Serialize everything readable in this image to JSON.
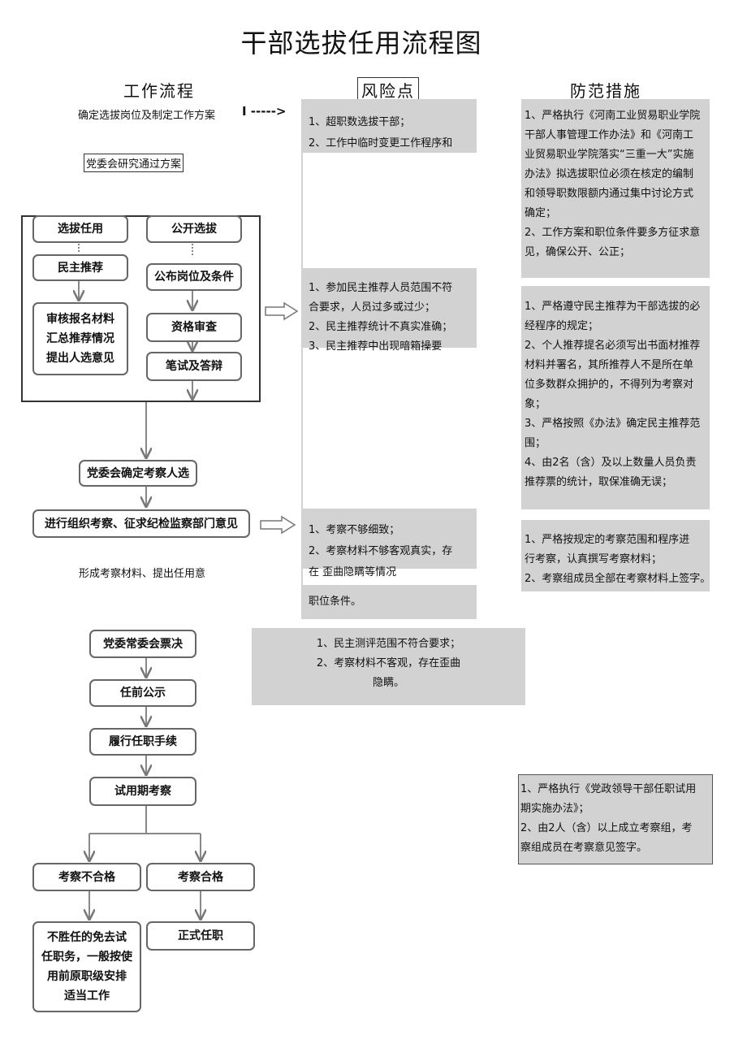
{
  "title": "干部选拔任用流程图",
  "headers": {
    "workflow": "工作流程",
    "risk": "风险点",
    "measures": "防范措施"
  },
  "workflow": {
    "step1": "确定选拔岗位及制定工作方案",
    "step1_arrow": "I ----->",
    "step2": "党委会研究通过方案",
    "branch_left_1": "选拔任用",
    "branch_left_2": "民主推荐",
    "branch_left_3": [
      "审核报名材料",
      "汇总推荐情况",
      "提出人选意见"
    ],
    "branch_right_1": "公开选拔",
    "branch_right_2": "公布岗位及条件",
    "branch_right_3": "资格审查",
    "branch_right_4": "笔试及答辩",
    "step3": "党委会确定考察人选",
    "step4": "进行组织考察、征求纪检监察部门意见",
    "step4_note": "形成考察材料、提出任用意",
    "step5": "党委常委会票决",
    "step6": "任前公示",
    "step7": "履行任职手续",
    "step8": "试用期考察",
    "fail": "考察不合格",
    "pass": "考察合格",
    "fail_result": [
      "不胜任的免去试",
      "任职务，一般按使",
      "用前原职级安排",
      "适当工作"
    ],
    "pass_result": "正式任职"
  },
  "risks": {
    "r1": [
      "1、超职数选拔干部；",
      "2、工作中临时变更工作程序和"
    ],
    "r2": [
      "1、参加民主推荐人员范围不符",
      "合要求，人员过多或过少；",
      "2、民主推荐统计不真实准确；",
      "3、民主推荐中出现暗箱操要"
    ],
    "r3": [
      "1、考察不够细致；",
      "2、考察材料不够客观真实，存",
      "在 歪曲隐瞒等情况"
    ],
    "r3_tail": "职位条件。",
    "r4": [
      "1、民主测评范围不符合要求；",
      "2、考察材料不客观，存在歪曲",
      "隐瞒。"
    ]
  },
  "measures": {
    "m1": [
      "1、严格执行《河南工业贸易职业学院",
      "干部人事管理工作办法》和《河南工",
      "业贸易职业学院落实“三重一大”实施",
      "办法》拟选拔职位必须在核定的编制",
      "和领导职数限额内通过集中讨论方式",
      "确定；",
      "2、工作方案和职位条件要多方征求意",
      "见，确保公开、公正；"
    ],
    "m2": [
      "1、严格遵守民主推荐为干部选拔的必",
      "经程序的规定；",
      "2、个人推荐提名必须写出书面材推荐",
      "材料并署名，其所推荐人不是所在单",
      "位多数群众拥护的，不得列为考察对",
      "象；",
      "3、严格按照《办法》确定民主推荐范",
      "围；",
      "4、由2名（含）及以上数量人员负责",
      "推荐票的统计，取保准确无误；"
    ],
    "m3": [
      "1、严格按规定的考察范围和程序进",
      "行考察，认真撰写考察材料；",
      "2、考察组成员全部在考察材料上签字。"
    ],
    "m4": [
      "1、严格执行《党政领导干部任职试用",
      "期实施办法》；",
      "2、由2人（含）以上成立考察组，考",
      "察组成员在考察意见签字。"
    ]
  }
}
